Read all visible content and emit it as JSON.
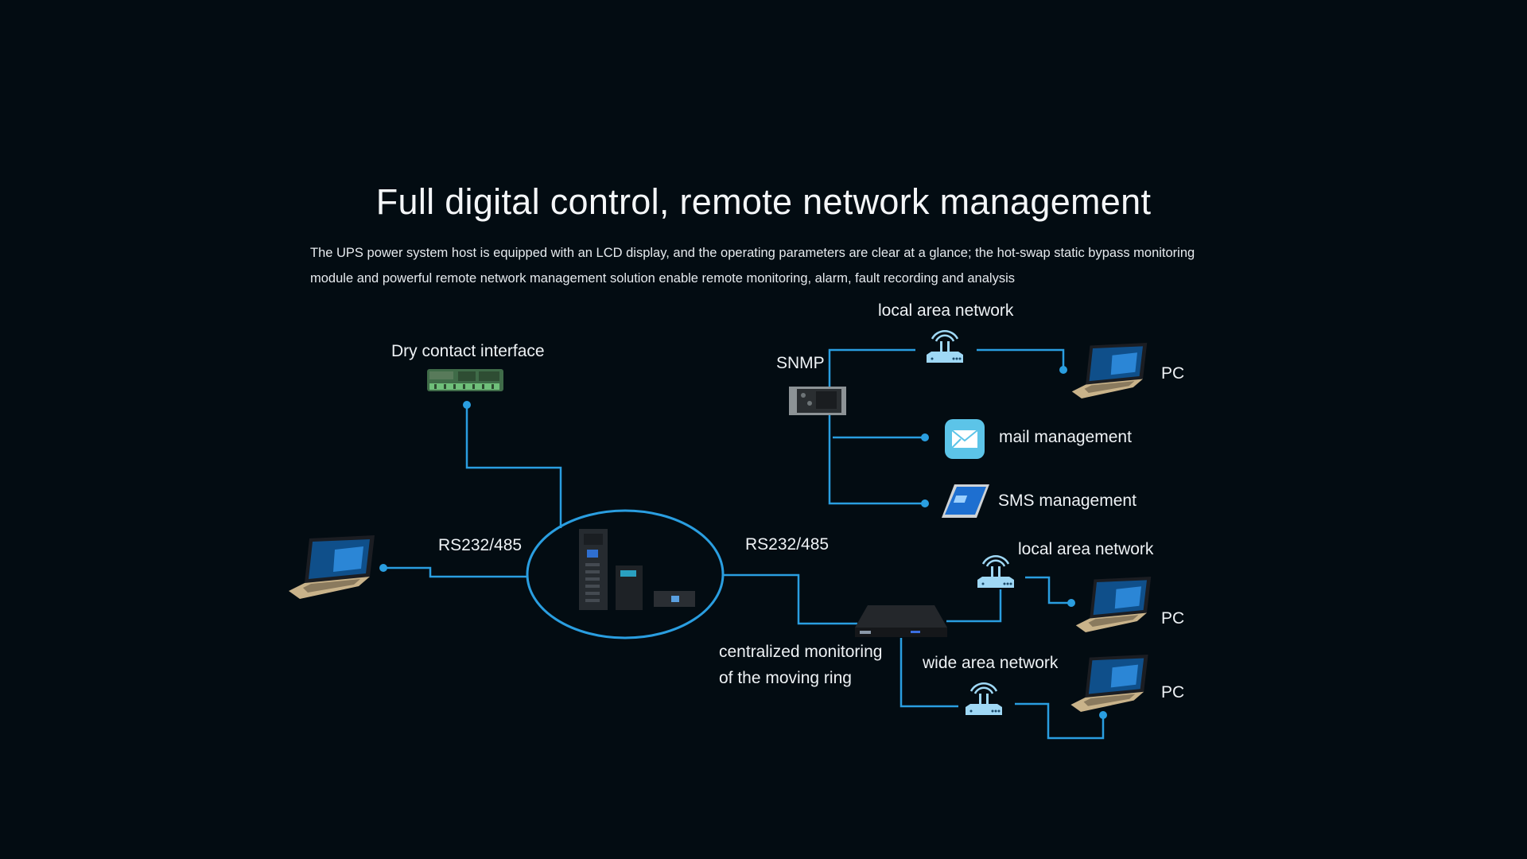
{
  "header": {
    "title": "Full digital control, remote network management",
    "description_line1": "The UPS power system host is equipped with an LCD display, and the operating parameters are clear at a glance; the hot-swap static bypass monitoring",
    "description_line2": "module and powerful remote network management solution enable remote monitoring, alarm, fault recording and analysis"
  },
  "diagram": {
    "accent_color": "#2a9ee0",
    "center": {
      "name": "UPS power system host",
      "icon": "ups-cabinets-icon"
    },
    "dry_contact": {
      "label": "Dry contact interface",
      "icon": "circuit-board-icon"
    },
    "left_link": {
      "label": "RS232/485",
      "device_icon": "laptop-icon"
    },
    "right_link": {
      "label": "RS232/485"
    },
    "snmp": {
      "label": "SNMP",
      "icon": "snmp-card-icon",
      "lan_label": "local area network",
      "pc_label": "PC",
      "mail_label": "mail management",
      "sms_label": "SMS management"
    },
    "monitoring": {
      "label_line1": "centralized monitoring",
      "label_line2": "of the moving ring",
      "icon": "monitoring-host-icon",
      "lan_label": "local area network",
      "lan_pc_label": "PC",
      "wan_label": "wide area network",
      "wan_pc_label": "PC"
    }
  }
}
